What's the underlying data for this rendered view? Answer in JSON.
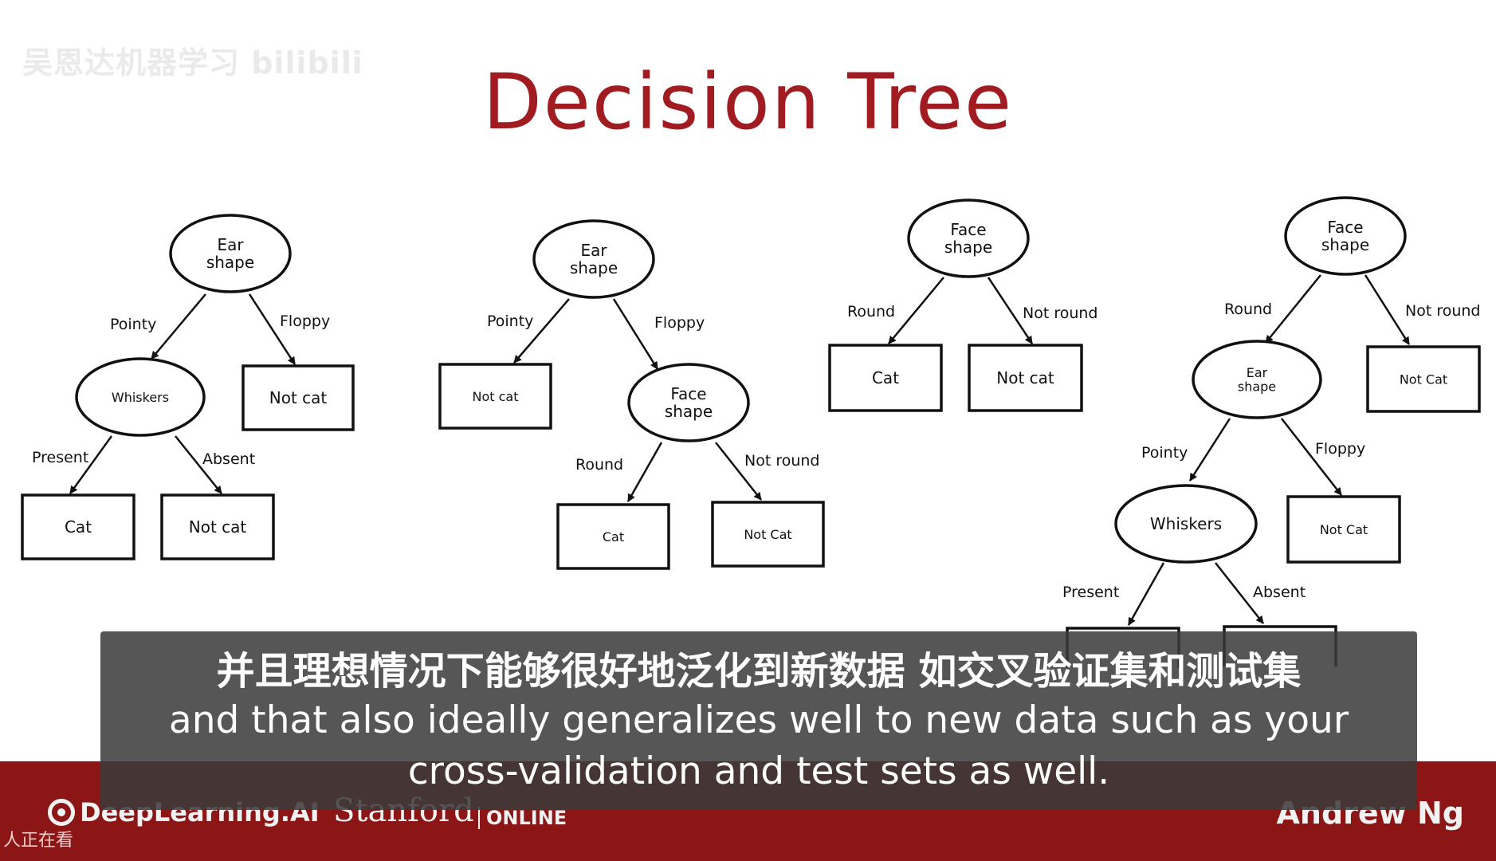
{
  "watermark": "吴恩达机器学习 bilibili",
  "title": "Decision Tree",
  "trees": [
    {
      "nodes": [
        {
          "label": [
            "Ear",
            "shape"
          ]
        },
        {
          "label": [
            "Whiskers"
          ]
        },
        {
          "label": [
            "Not cat"
          ]
        },
        {
          "label": [
            "Cat"
          ]
        },
        {
          "label": [
            "Not cat"
          ]
        }
      ],
      "edges": [
        {
          "label": "Pointy"
        },
        {
          "label": "Floppy"
        },
        {
          "label": "Present"
        },
        {
          "label": "Absent"
        }
      ]
    },
    {
      "nodes": [
        {
          "label": [
            "Ear",
            "shape"
          ]
        },
        {
          "label": [
            "Not cat"
          ]
        },
        {
          "label": [
            "Face",
            "shape"
          ]
        },
        {
          "label": [
            "Cat"
          ]
        },
        {
          "label": [
            "Not Cat"
          ]
        }
      ],
      "edges": [
        {
          "label": "Pointy"
        },
        {
          "label": "Floppy"
        },
        {
          "label": "Round"
        },
        {
          "label": "Not round"
        }
      ]
    },
    {
      "nodes": [
        {
          "label": [
            "Face",
            "shape"
          ]
        },
        {
          "label": [
            "Cat"
          ]
        },
        {
          "label": [
            "Not cat"
          ]
        }
      ],
      "edges": [
        {
          "label": "Round"
        },
        {
          "label": "Not round"
        }
      ]
    },
    {
      "nodes": [
        {
          "label": [
            "Face",
            "shape"
          ]
        },
        {
          "label": [
            "Ear",
            "shape"
          ]
        },
        {
          "label": [
            "Not Cat"
          ]
        },
        {
          "label": [
            "Whiskers"
          ]
        },
        {
          "label": [
            "Not Cat"
          ]
        },
        {
          "label": []
        },
        {
          "label": []
        }
      ],
      "edges": [
        {
          "label": "Round"
        },
        {
          "label": "Not round"
        },
        {
          "label": "Pointy"
        },
        {
          "label": "Floppy"
        },
        {
          "label": "Present"
        },
        {
          "label": "Absent"
        }
      ]
    }
  ],
  "subtitle": {
    "zh": "并且理想情况下能够很好地泛化到新数据 如交叉验证集和测试集",
    "en_line1": "and that also ideally generalizes well to new data such as your",
    "en_line2": "cross-validation and test sets as well."
  },
  "footer": {
    "brand_deeplearning": "DeepLearning.AI",
    "brand_stanford": "Stanford",
    "brand_online": "ONLINE",
    "presenter": "Andrew Ng",
    "viewer_text": "人正在看"
  },
  "colors": {
    "title": "#a11c20",
    "footer": "#8c1515",
    "subtitle_bg": "#3a3a3a"
  }
}
